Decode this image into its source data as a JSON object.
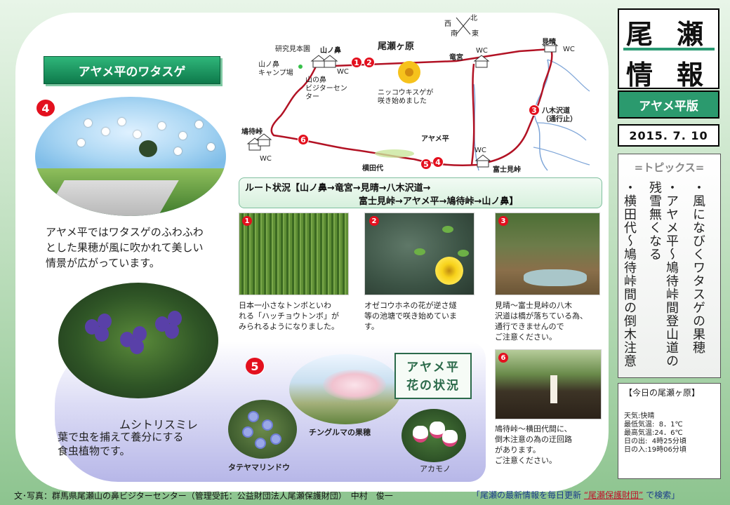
{
  "banner": "アヤメ平のワタスゲ",
  "badges": {
    "p4": "4",
    "p5": "5"
  },
  "cotton_desc": [
    "アヤメ平ではワタスゲのふわふわ",
    "とした果穂が風に吹かれて美しい",
    "情景が広がっています。"
  ],
  "violet": {
    "title": "ムシトリスミレ",
    "desc": [
      "葉で虫を捕えて養分にする",
      "食虫植物です。"
    ]
  },
  "flower_status": [
    "アヤメ平",
    "花の状況"
  ],
  "flower_labels": {
    "chinguruma": "チングルマの果穂",
    "tateyama": "タテヤマリンドウ",
    "akamono": "アカモノ"
  },
  "route": {
    "line1": "ルート状況【山ノ鼻→竜宮→見晴→八木沢道→",
    "line2": "富士見峠→アヤメ平→鳩待峠→山ノ鼻】"
  },
  "photo_numbers": [
    "1",
    "2",
    "3",
    "6"
  ],
  "captions": {
    "c1": [
      "日本一小さなトンボといわ",
      "れる「ハッチョウトンボ」が",
      "みられるようになりました。"
    ],
    "c2": [
      "オゼコウホネの花が逆さ燧",
      "等の池塘で咲き始めていま",
      "す。"
    ],
    "c3": [
      "見晴～富士見峠の八木",
      "沢道は橋が落ちている為、",
      "通行できませんので",
      "ご注意ください。"
    ],
    "c6": [
      "鳩待峠～横田代間に、",
      "倒木注意の為の迂回路",
      "があります。",
      "ご注意ください。"
    ]
  },
  "map": {
    "compass": {
      "n": "北",
      "w": "西",
      "s": "南",
      "e": "東"
    },
    "ozegahara": "尾瀬ヶ原",
    "kenkyu": "研究見本園",
    "yamanohana": "山ノ鼻",
    "camp": [
      "山ノ鼻",
      "キャンプ場"
    ],
    "visitor": [
      "山の鼻",
      "ビジターセン",
      "ター"
    ],
    "nikko": [
      "ニッコウキスゲが",
      "咲き始めました"
    ],
    "ryugu": "竜宮",
    "miharashi": "見晴",
    "yagisawa": [
      "八木沢道",
      "（通行止）"
    ],
    "hatomachi": "鳩待峠",
    "ayamedaira": "アヤメ平",
    "yokotashiro": "横田代",
    "fujimi": "富士見峠",
    "wc": "WC",
    "nums": [
      "1",
      "2",
      "3",
      "4",
      "5",
      "6"
    ]
  },
  "title": {
    "c1": "尾",
    "c2": "瀬",
    "c3": "情",
    "c4": "報"
  },
  "edition": "アヤメ平版",
  "date": "2015. 7. 10",
  "topics": {
    "title": "=トピックス=",
    "t1": "・風になびくワタスゲの果穂",
    "t2": "・アヤメ平～鳩待峠間登山道の残雪無くなる",
    "t3": "・横田代～鳩待峠間の倒木注意"
  },
  "weather": {
    "title": "【今日の尾瀬ヶ原】",
    "rows": [
      "天気:快晴",
      "最低気温:  8．1℃",
      "最高気温:24．6℃",
      "日の出:  4時25分頃",
      "日の入:19時06分頃"
    ]
  },
  "footer": {
    "credit": "文･写真：群馬県尾瀬山の鼻ビジターセンター（管理受託：公益財団法人尾瀬保護財団）　中村　俊一",
    "link_pre": "「尾瀬の最新情報を毎日更新",
    "link_red": "“尾瀬保護財団”",
    "link_post": "で検索」"
  },
  "colors": {
    "accent_green": "#2b9a6e",
    "badge_red": "#e3101e",
    "route_red": "#c0122a"
  }
}
